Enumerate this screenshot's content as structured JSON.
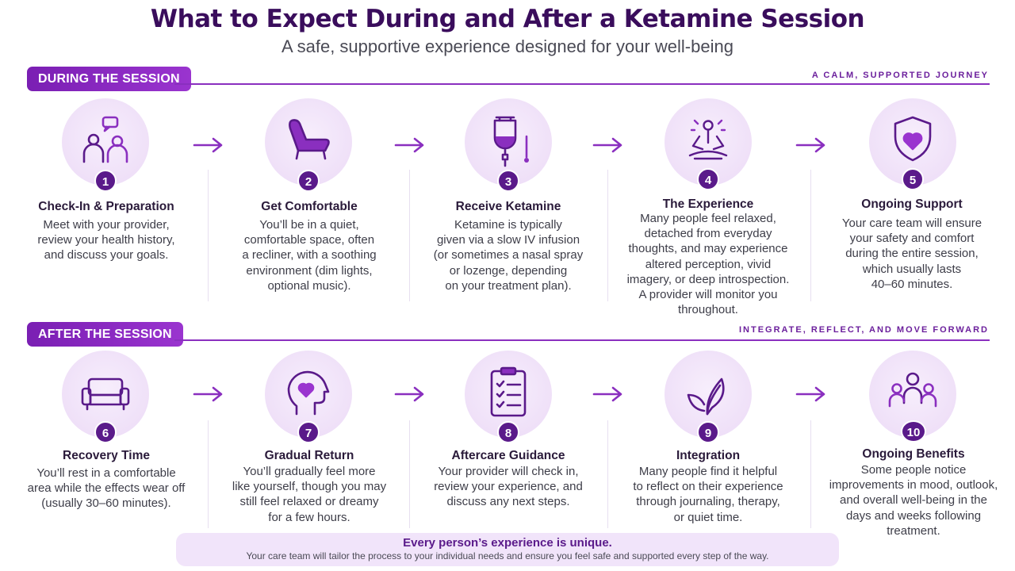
{
  "header": {
    "title": "What to Expect During and After a Ketamine Session",
    "subtitle": "A safe, supportive experience designed for your well-being"
  },
  "colors": {
    "accent": "#7a1fb3",
    "dark": "#3a0d5c",
    "badge": "#5a1a8a",
    "pale": "#f1e4fa"
  },
  "during": {
    "label": "DURING THE SESSION",
    "tag": "A CALM, SUPPORTED JOURNEY",
    "steps": [
      {
        "num": "1",
        "title": "Check-In & Preparation",
        "icon": "consultation-icon",
        "lines": [
          "Meet with your provider,",
          "review your health history,",
          "and discuss your goals."
        ]
      },
      {
        "num": "2",
        "title": "Get Comfortable",
        "icon": "recliner-icon",
        "lines": [
          "You’ll be in a quiet,",
          "comfortable space, often",
          "a recliner, with a soothing",
          "environment (dim lights,",
          "optional music)."
        ]
      },
      {
        "num": "3",
        "title": "Receive Ketamine",
        "icon": "iv-bag-icon",
        "lines": [
          "Ketamine is typically",
          "given via a slow IV infusion",
          "(or sometimes a nasal spray",
          "or lozenge, depending",
          "on your treatment plan)."
        ]
      },
      {
        "num": "4",
        "title": "The Experience",
        "icon": "meditation-icon",
        "lines": [
          "Many people feel relaxed,",
          "detached from everyday",
          "thoughts, and may experience",
          "altered perception, vivid",
          "imagery, or deep introspection.",
          "A provider will monitor you",
          "throughout."
        ]
      },
      {
        "num": "5",
        "title": "Ongoing Support",
        "icon": "shield-heart-icon",
        "lines": [
          "Your care team will ensure",
          "your safety and comfort",
          "during the entire session,",
          "which usually lasts",
          "40–60 minutes."
        ]
      }
    ]
  },
  "after": {
    "label": "AFTER THE SESSION",
    "tag": "INTEGRATE, REFLECT, AND MOVE FORWARD",
    "steps": [
      {
        "num": "6",
        "title": "Recovery Time",
        "icon": "couch-icon",
        "lines": [
          "You’ll rest in a comfortable",
          "area while the effects wear off",
          "(usually 30–60 minutes)."
        ]
      },
      {
        "num": "7",
        "title": "Gradual Return",
        "icon": "head-heart-icon",
        "lines": [
          "You’ll gradually feel more",
          "like yourself, though you may",
          "still feel relaxed or dreamy",
          "for a few hours."
        ]
      },
      {
        "num": "8",
        "title": "Aftercare Guidance",
        "icon": "clipboard-checklist-icon",
        "lines": [
          "Your provider will check in,",
          "review your experience, and",
          "discuss any next steps."
        ]
      },
      {
        "num": "9",
        "title": "Integration",
        "icon": "leaf-icon",
        "lines": [
          "Many people find it helpful",
          "to reflect on their experience",
          "through journaling, therapy,",
          "or quiet time."
        ]
      },
      {
        "num": "10",
        "title": "Ongoing Benefits",
        "icon": "community-icon",
        "lines": [
          "Some people notice",
          "improvements in mood, outlook,",
          "and overall well-being in the",
          "days and weeks following",
          "treatment."
        ]
      }
    ]
  },
  "footer": {
    "title": "Every person’s experience is unique.",
    "body": "Your care team will tailor the process to your individual needs and ensure you feel safe and supported every step of the way."
  }
}
